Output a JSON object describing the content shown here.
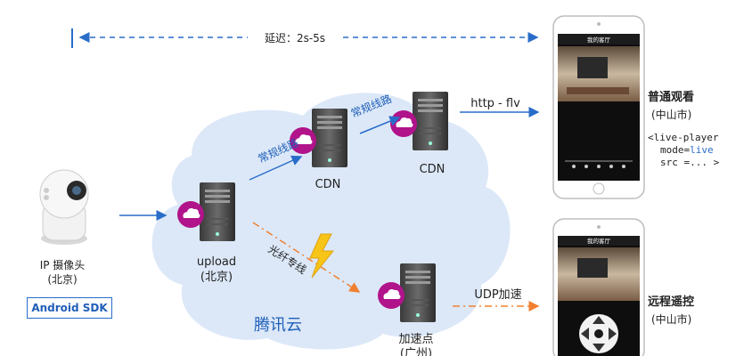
{
  "latency_label": "延迟：2s-5s",
  "cloud_label": "腾讯云",
  "camera": {
    "name": "IP 摄像头",
    "location": "(北京)",
    "sdk": "Android SDK"
  },
  "upload": {
    "name": "upload",
    "location": "(北京)"
  },
  "cdn1": {
    "name": "CDN"
  },
  "cdn2": {
    "name": "CDN"
  },
  "accel": {
    "name": "加速点",
    "location": "(广州)"
  },
  "links": {
    "normal_1": "常规线路",
    "normal_2": "常规线路",
    "fiber": "光纤专线",
    "http_flv": "http - flv",
    "udp": "UDP加速"
  },
  "viewer": {
    "title": "普通观看",
    "location": "(中山市)",
    "code_line1": "<live-player",
    "code_line2_key": "mode=",
    "code_line2_val": "live",
    "code_line3": "src =... >"
  },
  "remote": {
    "title": "远程遥控",
    "location": "(中山市)"
  },
  "phone_screen_title": "我的客厅",
  "colors": {
    "blue": "#2a6dc9",
    "orange": "#f08030",
    "cloud": "#dce8f8",
    "magenta": "#b0138a"
  }
}
